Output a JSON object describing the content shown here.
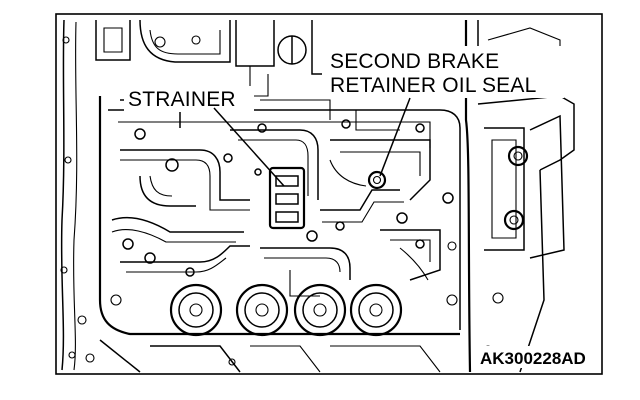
{
  "labels": {
    "strainer": "STRAINER",
    "brake_seal_line1": "SECOND BRAKE",
    "brake_seal_line2": "RETAINER OIL SEAL"
  },
  "figure_id": "AK300228AD"
}
